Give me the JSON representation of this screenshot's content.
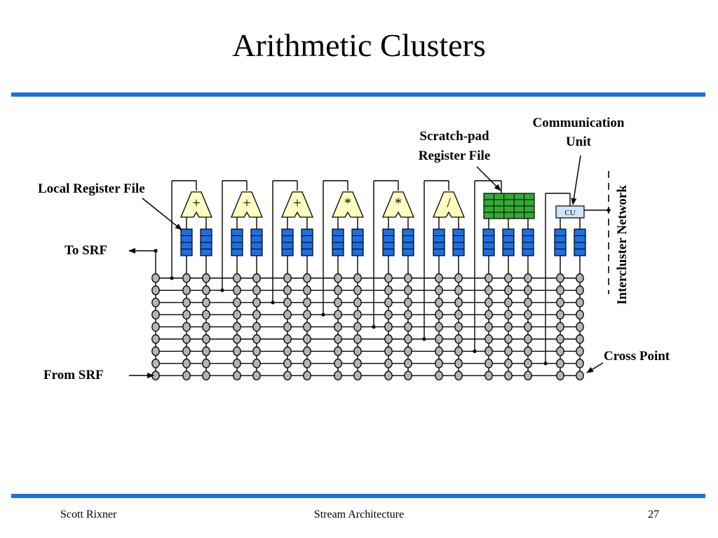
{
  "slide": {
    "title": "Arithmetic Clusters",
    "footer_left": "Scott Rixner",
    "footer_center": "Stream Architecture",
    "footer_right": "27"
  },
  "labels": {
    "local_register_file": "Local Register File",
    "to_srf": "To SRF",
    "from_srf": "From SRF",
    "scratchpad_line1": "Scratch-pad",
    "scratchpad_line2": "Register File",
    "comm_line1": "Communication",
    "comm_line2": "Unit",
    "cu": "CU",
    "intercluster": "Intercluster Network",
    "cross_point": "Cross Point"
  },
  "units": [
    {
      "op": "+"
    },
    {
      "op": "+"
    },
    {
      "op": "+"
    },
    {
      "op": "*"
    },
    {
      "op": "*"
    },
    {
      "op": "/"
    }
  ],
  "colors": {
    "accent_rule": "#1e6fe0",
    "alu_fill": "#ffffc0",
    "register_fill": "#1e6fe0",
    "scratchpad_fill": "#33aa33",
    "cu_fill": "#cfe4ff",
    "crosspoint_fill": "#b5b5b5"
  }
}
